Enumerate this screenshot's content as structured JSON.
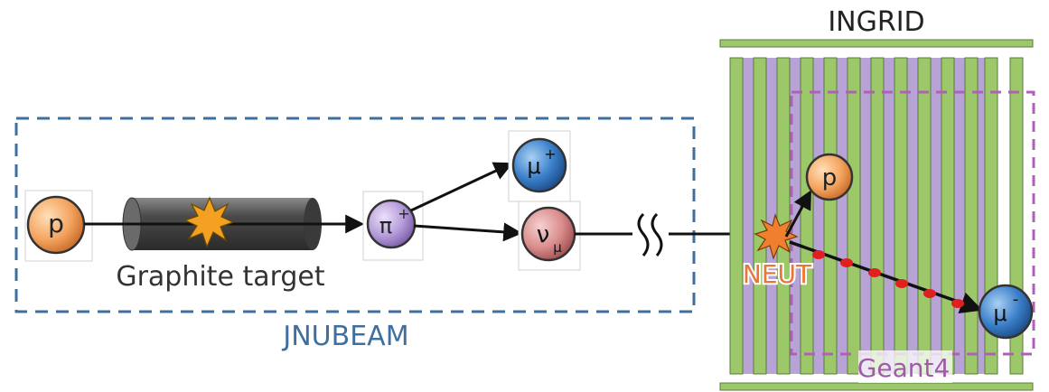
{
  "labels": {
    "ingrid": "INGRID",
    "graphite_target": "Graphite target",
    "jnubeam": "JNUBEAM",
    "neut": "NEUT",
    "geant4": "Geant4"
  },
  "particles": {
    "proton": "p",
    "pion_base": "π",
    "pion_sup": "+",
    "muon_base": "μ",
    "muon_plus_sup": "+",
    "muon_minus_sup": "-",
    "neutrino_base": "ν",
    "neutrino_sub": "μ",
    "recoil_proton": "p"
  },
  "colors": {
    "jnubeam_box": "#3f6f9f",
    "geant4_box": "#b060b8",
    "neut_text": "#e8763a",
    "jnubeam_text": "#3f6f9f",
    "geant4_text": "#a05aa8",
    "proton_fill": "#f4a460",
    "pion_fill": "#b49ad8",
    "muon_fill": "#3a7fc8",
    "neutrino_fill": "#d98c8c",
    "detector_purple": "#b7a3d6",
    "detector_green": "#9cc86a",
    "hit_red": "#e02020",
    "target_gray": "#5a5a5a",
    "explosion": "#f4a020"
  }
}
